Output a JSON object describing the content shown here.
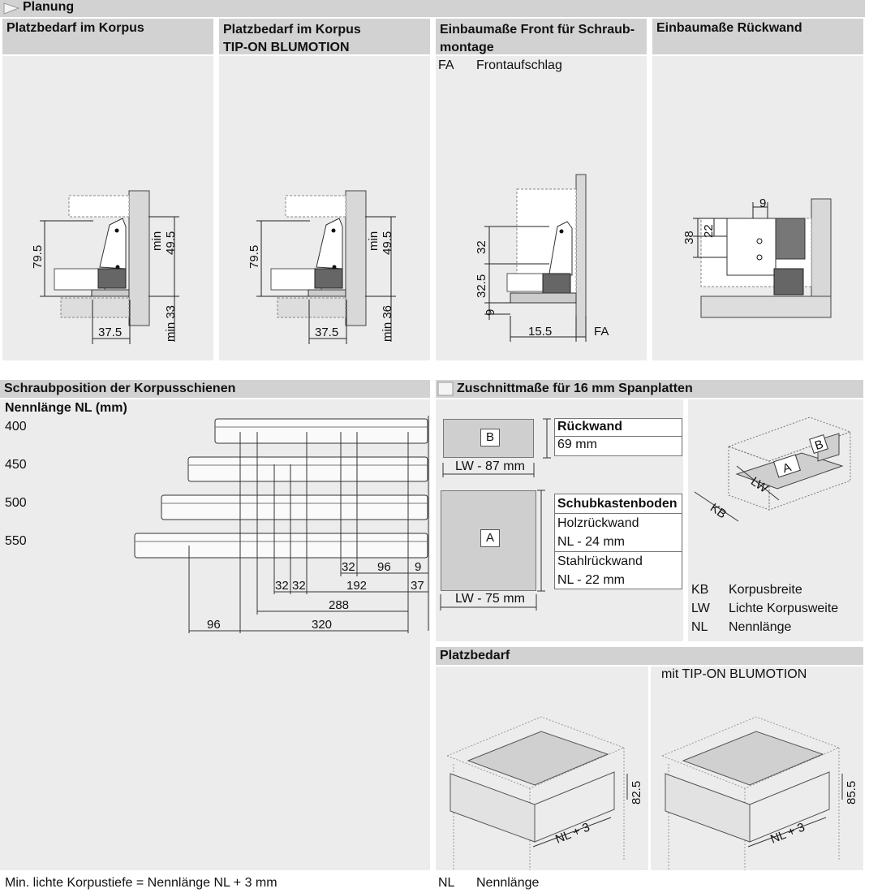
{
  "section_title": "Planung",
  "columns": [
    {
      "line1": "Platzbedarf im Korpus",
      "line2": ""
    },
    {
      "line1": "Platzbedarf im Korpus",
      "line2": "TIP-ON BLUMOTION"
    },
    {
      "line1": "Einbaumaße Front für Schraub-",
      "line2": "montage"
    },
    {
      "line1": "Einbaumaße Rückwand",
      "line2": ""
    }
  ],
  "front_legend": {
    "abbr": "FA",
    "text": "Frontaufschlag"
  },
  "dims1": {
    "h": "79.5",
    "min_top": "min\n49.5",
    "min_bot": "min 33",
    "w": "37.5"
  },
  "dims2": {
    "h": "79.5",
    "min_top": "min\n49.5",
    "min_bot": "min 36",
    "w": "37.5"
  },
  "dims3": {
    "a": "32",
    "b": "32.5",
    "c": "9",
    "d": "15.5",
    "fa": "FA"
  },
  "dims4": {
    "a": "9",
    "b": "22",
    "c": "38"
  },
  "screw": {
    "title": "Schraubposition der Korpusschienen",
    "subtitle": "Nennlänge NL (mm)",
    "lengths": [
      "400",
      "450",
      "500",
      "550"
    ],
    "dims": [
      "32",
      "96",
      "9",
      "32",
      "32",
      "192",
      "37",
      "288",
      "96",
      "320"
    ]
  },
  "cut": {
    "title": "Zuschnittmaße für 16 mm Spanplatten",
    "b_label": "B",
    "b_width": "LW - 87 mm",
    "a_label": "A",
    "a_width": "LW - 75 mm",
    "rueckwand": "Rückwand",
    "rueckwand_val": "69 mm",
    "boden": "Schubkastenboden",
    "holz": "Holzrückwand",
    "holz_val": "NL - 24 mm",
    "stahl": "Stahlrückwand",
    "stahl_val": "NL - 22 mm"
  },
  "iso": {
    "kb": "KB",
    "lw": "LW",
    "a": "A",
    "b": "B"
  },
  "legend": [
    {
      "abbr": "KB",
      "text": "Korpusbreite"
    },
    {
      "abbr": "LW",
      "text": "Lichte Korpusweite"
    },
    {
      "abbr": "NL",
      "text": "Nennlänge"
    }
  ],
  "platz": {
    "title": "Platzbedarf",
    "tip": "mit TIP-ON BLUMOTION",
    "h1": "82.5",
    "h2": "85.5",
    "nl": "NL + 3"
  },
  "footer_left": "Min. lichte Korpustiefe = Nennlänge NL + 3 mm",
  "footer_nl_abbr": "NL",
  "footer_nl_text": "Nennlänge"
}
